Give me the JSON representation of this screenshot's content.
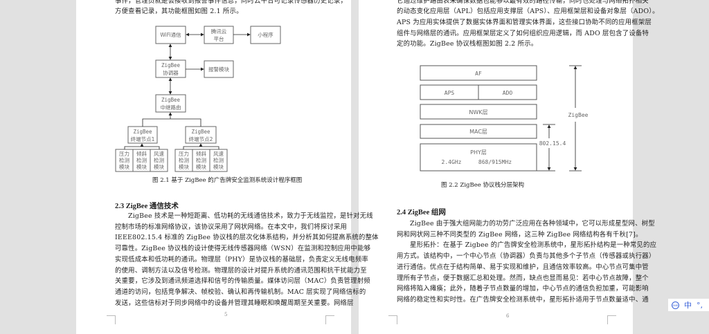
{
  "left_page": {
    "top_lines": [
      "事件，管理员就是会接收到报警事件信息，同时云平台可记录传感器历史记录，",
      "方便查看记录，其功能框图如图 2.1 所示。"
    ],
    "figure": {
      "boxes": {
        "wifi": [
          "WiFi通信"
        ],
        "cloud": [
          "腾讯云",
          "平台"
        ],
        "miniapp": [
          "小程序"
        ],
        "coordinator": [
          "ZigBee",
          "协调器"
        ],
        "alarm": [
          "报警模块"
        ],
        "router": [
          "ZigBee",
          "中继路由"
        ],
        "node1": [
          "ZigBee",
          "终端节点1"
        ],
        "node2": [
          "ZigBee",
          "终端节点2"
        ],
        "sensors": [
          [
            "压力",
            "检测",
            "模块"
          ],
          [
            "倾斜",
            "检测",
            "模块"
          ],
          [
            "风速",
            "检测",
            "模块"
          ],
          [
            "压力",
            "检测",
            "模块"
          ],
          [
            "倾斜",
            "检测",
            "模块"
          ],
          [
            "风速",
            "检测",
            "模块"
          ]
        ]
      },
      "caption": "图 2.1  基于 ZigBee 的广告牌安全监测系统设计程序框图"
    },
    "heading": "2.3  ZigBee 通信技术",
    "paragraph_lines": [
      "ZigBee 技术是一种短距离、低功耗的无线通信技术，致力于无线监控，是针对无线",
      "控制市场的标准网络协议，该协议采用了网状网络。在本文中，我们将探讨采用",
      "IEEE802.15.4 标准的 ZigBee 协议栈的层次化体系结构，并分析其如何提高系统的整体",
      "可靠性。ZigBee 协议栈的设计使得无线传感器网络（WSN）在监测和控制应用中能够",
      "实现低成本和低功耗的通讯。物理层（PHY）是协议栈的基础层，负责定义无线电频率",
      "的使用、调制方法以及信号检测。物理层的设计对提升系统的通讯范围和抗干扰能力至",
      "关重要，它涉及到通讯频道选择和信号的传输质量。媒体访问层（MAC）负责管理射频",
      "通道的访问，包括竞争解决、帧校验、确认和再传输机制。MAC 层实现了网络信标的",
      "发送，这些信标对于同步网络中的设备并管理其睡眠和唤醒周期至关重要。网络层"
    ],
    "page_number": "5"
  },
  "right_page": {
    "top_lines": [
      "它通过维护路由表来确保数据包能够以最有效的路径传输，同时也处理与网络拓扑相关",
      "的动态变化应用层（APL）包括应用支撑层（APS）、应用框架层和设备对象层（ADO）。",
      "APS 为应用实体提供了数据实体界面和管理实体界面，这些接口协助不同的应用框架层",
      "组件与网络层的通讯。应用框架层定义了如何组织应用逻辑，而 ADO 层包含了设备特",
      "定的功能。ZigBee 协议栈框图如图 2.2 所示。"
    ],
    "figure": {
      "layers": {
        "af": "AF",
        "aps": "APS",
        "ado": "ADO",
        "nwk": "NWK层",
        "mac": "MAC层",
        "phy": "PHY层",
        "phy_freq_1": "2.4GHz",
        "phy_freq_2": "868/915MHz"
      },
      "span_labels": {
        "zigbee": "ZigBee",
        "ieee": "802.15.4"
      },
      "caption": "图 2.2 ZigBee 协议栈分层架构"
    },
    "heading": "2.4  ZigBee 组网",
    "paragraph_lines": [
      "ZigBee 由于强大组网能力的功劳广泛应用在各种领域中，它可以形成星型网、树型",
      "网和网状网三种不同类型的 ZigBee 网络，这三种 ZigBee 网络结构各有千秋[7]。",
      "星形拓扑：在基于 Zigbee 的广告牌安全检测系统中，星形拓扑结构是一种常见的应",
      "用方式。该结构中，一个中心节点（协调器）负责与其他多个子节点（传感器或执行器）",
      "进行通信。优点在于结构简单、易于实现和维护，且通信效率较高。中心节点可集中管",
      "理所有子节点，便于数据汇总和处理。然而，缺点也显而易见：若中心节点故障，整个",
      "网络将陷入瘫痪；此外，随着子节点数量的增加，中心节点的通信负担加重，可能影响",
      "网络的稳定性和实时性。在广告牌安全检测系统中，星形拓扑适用于节点数量适中、通"
    ],
    "page_number": "6"
  },
  "ime_toolbar": {
    "logo_icon": "ime-logo-icon",
    "mode": "中",
    "punct": "°,"
  },
  "colors": {
    "background": "#e1e1e1",
    "page": "#ffffff",
    "ime_accent": "#3b63d8"
  }
}
